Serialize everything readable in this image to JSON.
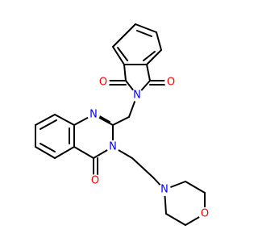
{
  "molecule": {
    "atoms": [
      {
        "id": "O1",
        "symbol": "O",
        "color": "#ff0000"
      },
      {
        "id": "O2",
        "symbol": "O",
        "color": "#ff0000"
      },
      {
        "id": "N1",
        "symbol": "N",
        "color": "#0000ff"
      },
      {
        "id": "N2",
        "symbol": "N",
        "color": "#0000ff"
      },
      {
        "id": "N3",
        "symbol": "N",
        "color": "#0000ff"
      },
      {
        "id": "O3",
        "symbol": "O",
        "color": "#ff0000"
      },
      {
        "id": "N4",
        "symbol": "N",
        "color": "#0000ff"
      },
      {
        "id": "O4",
        "symbol": "O",
        "color": "#ff0000"
      }
    ],
    "colors": {
      "bond": "#000000",
      "nitrogen": "#0000ff",
      "oxygen": "#ff0000"
    }
  }
}
